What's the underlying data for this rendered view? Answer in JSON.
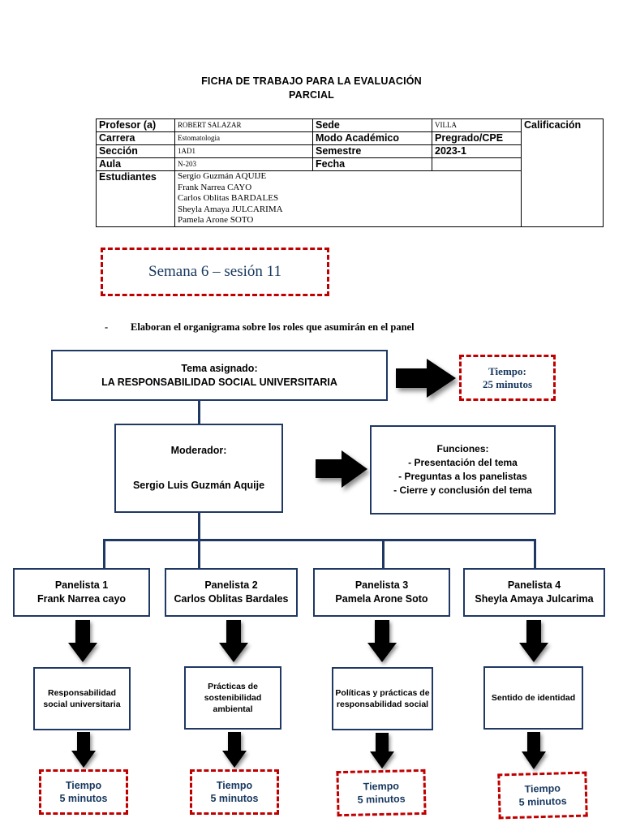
{
  "document": {
    "title_line1": "FICHA DE TRABAJO PARA LA EVALUACIÓN",
    "title_line2": "PARCIAL"
  },
  "info_table": {
    "rows": [
      {
        "label": "Profesor (a)",
        "value": "ROBERT SALAZAR",
        "label2": "Sede",
        "value2": "VILLA"
      },
      {
        "label": "Carrera",
        "value": "Estomatologia",
        "label2": "Modo Académico",
        "value2": "Pregrado/CPE"
      },
      {
        "label": "Sección",
        "value": "1AD1",
        "label2": "Semestre",
        "value2": "2023-1"
      },
      {
        "label": "Aula",
        "value": "N-203",
        "label2": "Fecha",
        "value2": ""
      }
    ],
    "calificacion_label": "Calificación",
    "students_label": "Estudiantes",
    "students": [
      "Sergio Guzmán AQUIJE",
      "Frank Narrea CAYO",
      "Carlos Oblitas BARDALES",
      "Sheyla Amaya JULCARIMA",
      "Pamela Arone SOTO"
    ]
  },
  "session_badge": {
    "text": "Semana 6 – sesión 11"
  },
  "instruction": {
    "bullet": "-",
    "text": "Elaboran el organigrama sobre los roles que asumirán en el panel"
  },
  "organigrama": {
    "tema": {
      "line1": "Tema asignado:",
      "line2": "LA RESPONSABILIDAD SOCIAL UNIVERSITARIA"
    },
    "tiempo_tema": {
      "line1": "Tiempo:",
      "line2": "25 minutos"
    },
    "moderador": {
      "line1": "Moderador:",
      "line2": "Sergio Luis Guzmán Aquije"
    },
    "funciones": {
      "title": "Funciones:",
      "items": [
        "- Presentación del tema",
        "- Preguntas a los panelistas",
        "- Cierre y conclusión del tema"
      ]
    },
    "panelistas": [
      {
        "role": "Panelista 1",
        "name": "Frank Narrea cayo",
        "topic": "Responsabilidad social universitaria",
        "tiempo_line1": "Tiempo",
        "tiempo_line2": "5 minutos"
      },
      {
        "role": "Panelista 2",
        "name": "Carlos Oblitas Bardales",
        "topic": "Prácticas de sostenibilidad ambiental",
        "tiempo_line1": "Tiempo",
        "tiempo_line2": "5 minutos"
      },
      {
        "role": "Panelista 3",
        "name": "Pamela Arone Soto",
        "topic": "Políticas y prácticas de responsabilidad social",
        "tiempo_line1": "Tiempo",
        "tiempo_line2": "5 minutos"
      },
      {
        "role": "Panelista 4",
        "name": "Sheyla Amaya Julcarima",
        "topic": "Sentido de identidad",
        "tiempo_line1": "Tiempo",
        "tiempo_line2": "5 minutos"
      }
    ]
  },
  "colors": {
    "box_border": "#1f3864",
    "dashed_accent": "#c00000",
    "badge_text": "#17375e",
    "arrow": "#000000"
  }
}
